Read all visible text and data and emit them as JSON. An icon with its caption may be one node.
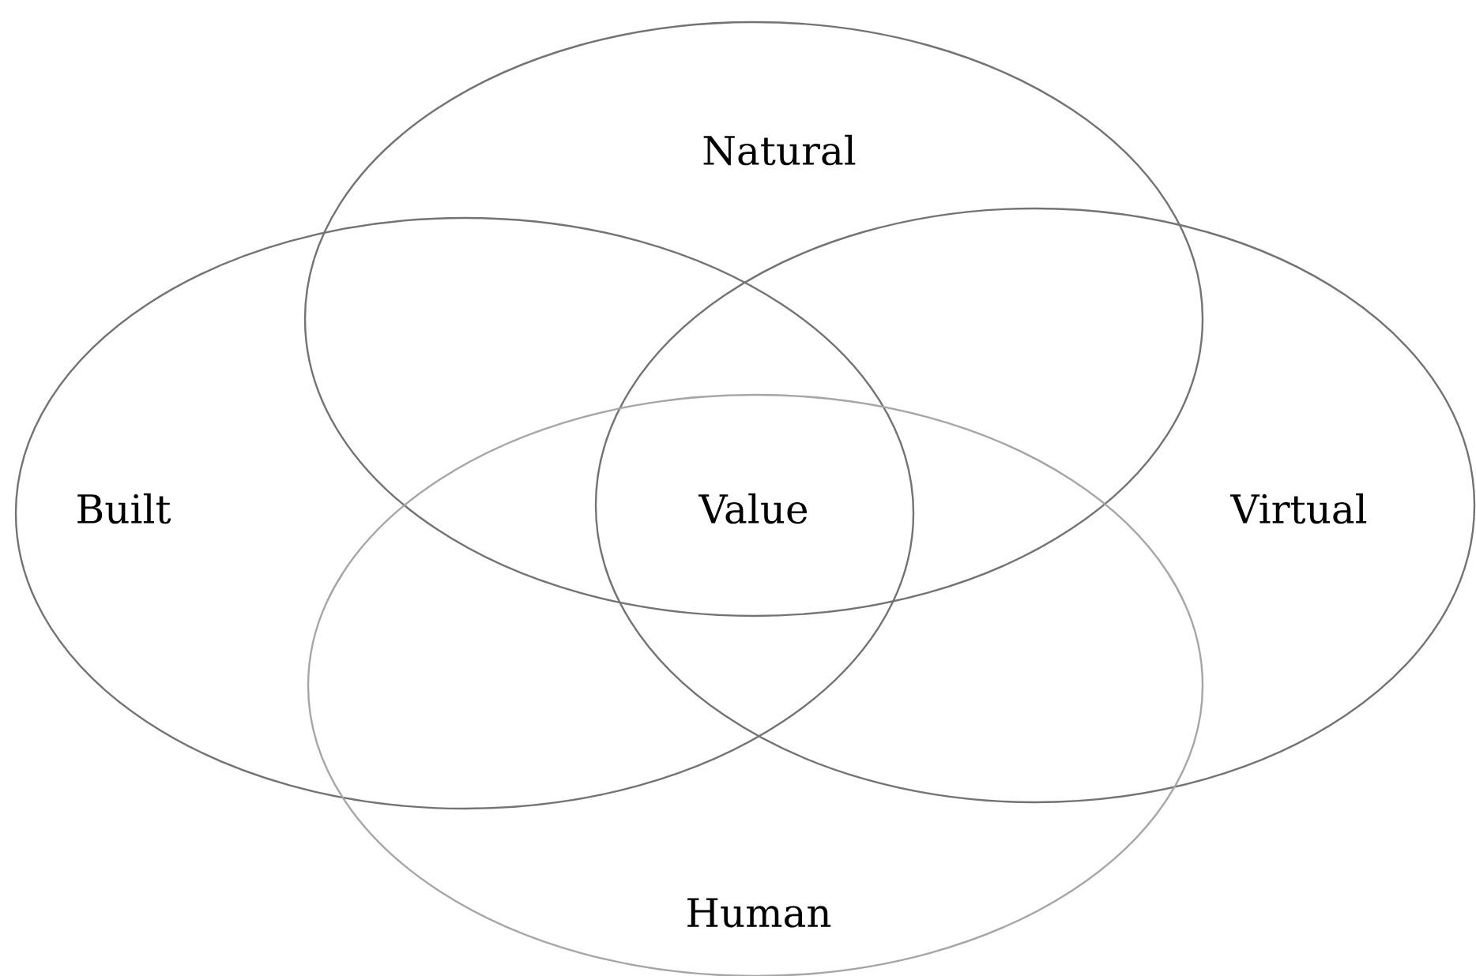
{
  "diagram": {
    "nodes": [
      {
        "text": [
          "Natural"
        ]
      },
      {
        "text": [
          "Built"
        ]
      },
      {
        "text": [
          "Virtual"
        ]
      },
      {
        "text": [
          "Human"
        ]
      }
    ],
    "labels": [
      "Value"
    ]
  }
}
